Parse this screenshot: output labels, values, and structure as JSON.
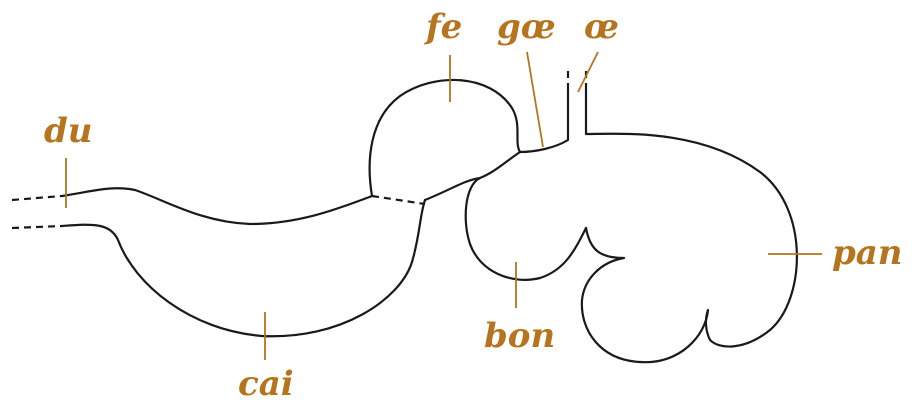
{
  "colors": {
    "label": "#b5741d",
    "outline": "#1a1a1a"
  },
  "labels": {
    "du": "du",
    "cai": "cai",
    "fe": "fe",
    "goe": "gœ",
    "oe": "œ",
    "bon": "bon",
    "pan": "pan"
  }
}
